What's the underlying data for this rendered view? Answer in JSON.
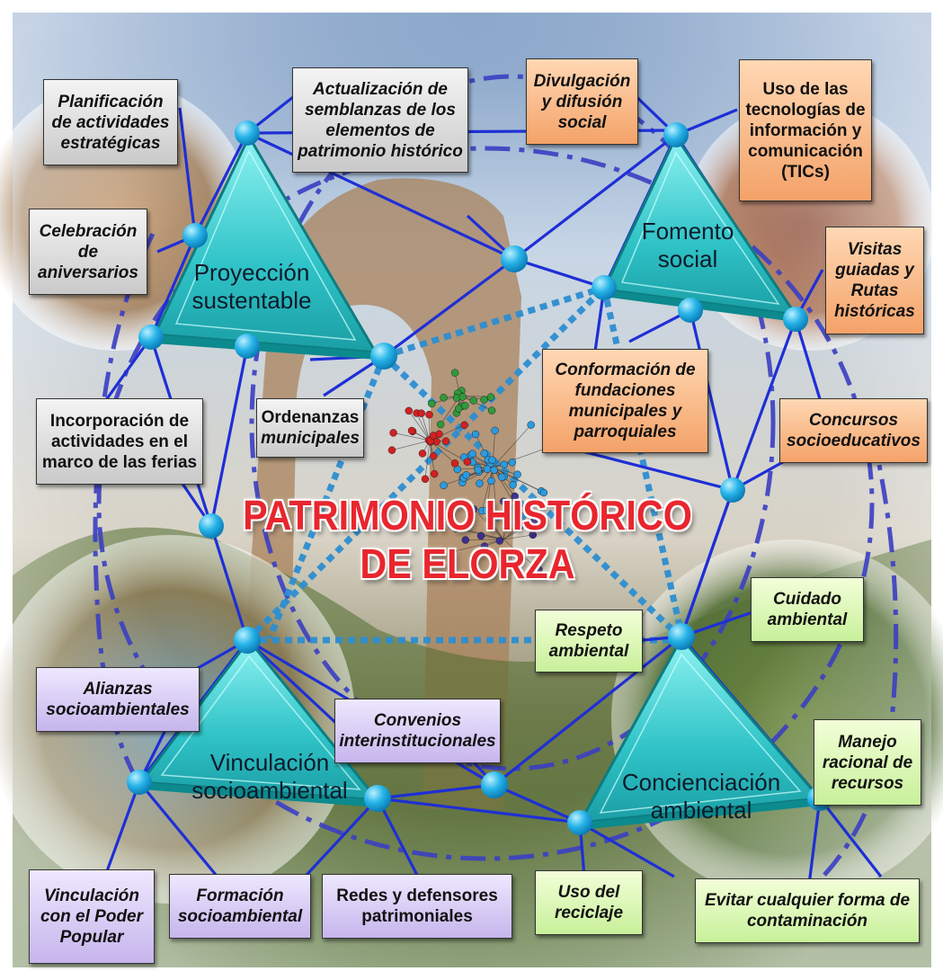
{
  "title": "PATRIMONIO HISTÓRICO\nDE ELORZA",
  "triangles": {
    "proyeccion": "Proyección\nsustentable",
    "fomento": "Fomento\nsocial",
    "vinculacion": "Vinculación\nsocioambiental",
    "concienciacion": "Concienciación\nambiental"
  },
  "boxes": {
    "planificacion": "Planificación\nde actividades\nestratégicas",
    "actualizacion": "Actualización de\nsemblanzas de los\nelementos de\npatrimonio histórico",
    "divulgacion": "Divulgación\ny difusión\nsocial",
    "uso_tics": "Uso de las\ntecnologías de\ninformación y\ncomunicación\n(TICs)",
    "celebracion": "Celebración\nde\naniversarios",
    "visitas": "Visitas\nguiadas y\nRutas\nhistóricas",
    "conformacion": "Conformación de\nfundaciones\nmunicipales y\nparroquiales",
    "incorporacion": "Incorporación de\nactividades en el\nmarco de las ferias",
    "ordenanzas_1": "Ordenanzas",
    "ordenanzas_2": "municipales",
    "concursos": "Concursos\nsocioeducativos",
    "cuidado": "Cuidado\nambiental",
    "respeto": "Respeto\nambiental",
    "alianzas": "Alianzas\nsocioambientales",
    "convenios": "Convenios\ninterinstitucionales",
    "manejo": "Manejo\nracional de\nrecursos",
    "vinculacion_poder": "Vinculación\ncon el Poder\nPopular",
    "formacion": "Formación\nsocioambiental",
    "redes": "Redes  y defensores\npatrimoniales",
    "reciclaje": "Uso del\nreciclaje",
    "evitar": "Evitar cualquier forma de\ncontaminación"
  }
}
